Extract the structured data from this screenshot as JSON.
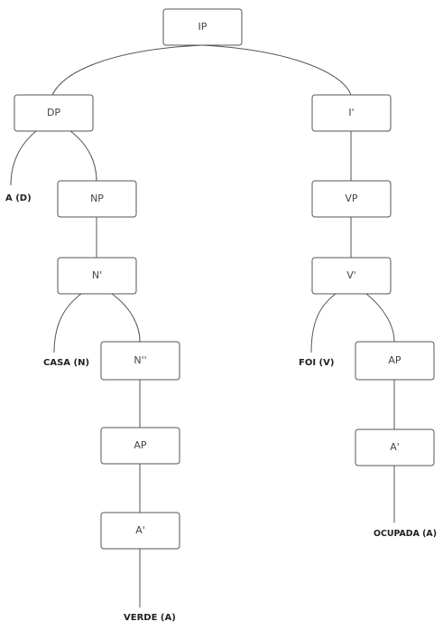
{
  "tree": {
    "nodes": {
      "ip": "IP",
      "dp": "DP",
      "i_bar": "I'",
      "np": "NP",
      "n_bar": "N'",
      "n_double_bar": "N''",
      "ap_left": "AP",
      "a_bar_left": "A'",
      "vp": "VP",
      "v_bar": "V'",
      "ap_right": "AP",
      "a_bar_right": "A'"
    },
    "leaves": {
      "a_d": "A (D)",
      "casa_n": "CASA (N)",
      "verde_a": "VERDE (A)",
      "foi_v": "FOI (V)",
      "ocupada_a": "OCUPADA (A)"
    }
  }
}
